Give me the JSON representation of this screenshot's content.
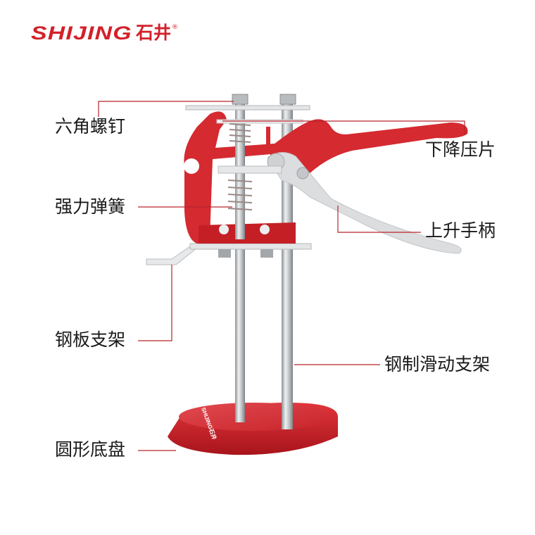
{
  "brand": {
    "latin": "SHIJING",
    "chinese": "石井",
    "registered": "®",
    "color": "#d3202a"
  },
  "product": {
    "base_logo_text": "SHIJING石井",
    "colors": {
      "red": "#d42a30",
      "steel": "#c9cbcd",
      "leader_line": "#b8242c"
    }
  },
  "callouts": [
    {
      "id": "hex-screw",
      "label": "六角螺钉"
    },
    {
      "id": "pressure-plate",
      "label": "下降压片"
    },
    {
      "id": "spring",
      "label": "强力弹簧"
    },
    {
      "id": "lift-handle",
      "label": "上升手柄"
    },
    {
      "id": "steel-plate-bracket",
      "label": "钢板支架"
    },
    {
      "id": "steel-sliding-bracket",
      "label": "钢制滑动支架"
    },
    {
      "id": "round-base",
      "label": "圆形底盘"
    }
  ]
}
